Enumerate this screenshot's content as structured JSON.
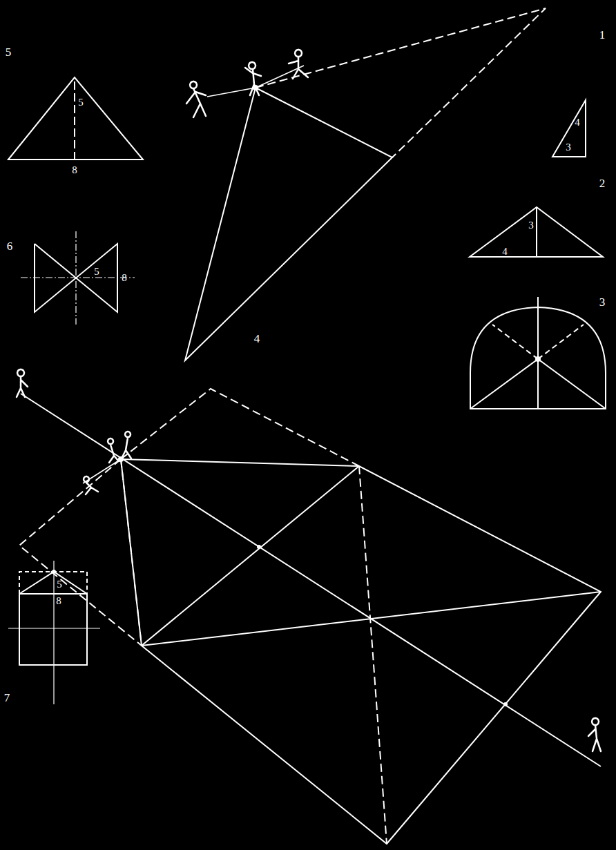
{
  "diagram": {
    "labels": [
      "5",
      "1",
      "5",
      "4",
      "3",
      "8",
      "2",
      "3",
      "4",
      "6",
      "5",
      "8",
      "3",
      "4",
      "5",
      "8",
      "7"
    ]
  }
}
